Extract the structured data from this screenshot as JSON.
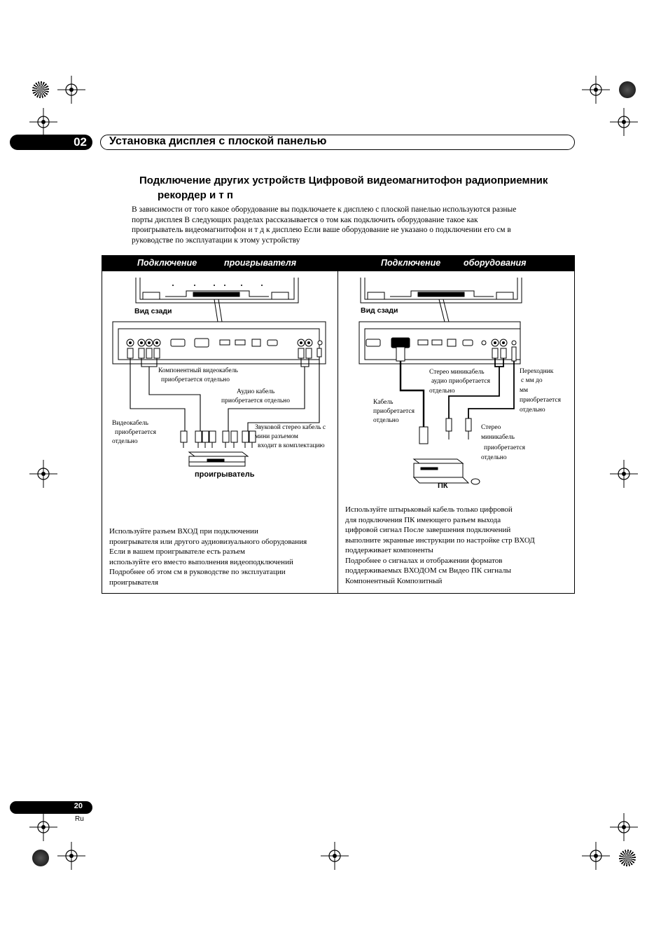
{
  "chapter": {
    "number": "02",
    "title": "Установка дисплея с плоской панелью"
  },
  "section": {
    "title_line1": "Подключение других устройств  Цифровой видеомагнитофон  радиоприемник",
    "title_line2": "рекордер и т п"
  },
  "intro": [
    "В зависимости от того  какое оборудование вы подключаете к дисплею с плоской панелью  используются разные",
    "порты дисплея  В следующих разделах рассказывается о том  как подключить оборудование  такое как",
    "проигрыватель  видеомагнитофон и т д  к дисплею  Если ваше оборудование не указано  о подключении его см  в",
    "руководстве по эксплуатации к этому устройству"
  ],
  "left_panel": {
    "heading_a": "Подключение",
    "heading_b": "проигрывателя",
    "rear_view": "Вид сзади",
    "component_cable_1": "Компонентный видеокабель",
    "component_cable_2": "приобретается отдельно",
    "audio_cable_1": "Аудио кабель",
    "audio_cable_2": "приобретается отдельно",
    "video_cable_1": "Видеокабель",
    "video_cable_2": "приобретается",
    "video_cable_3": "отдельно",
    "stereo_cable_1": "Звуковой стерео кабель с",
    "stereo_cable_2": "мини разъемом",
    "stereo_cable_3": "входит в комплектацию",
    "device_label": "проигрыватель",
    "note": [
      "Используйте разъем ВХОД     при подключении",
      "проигрывателя или другого аудиовизуального оборудования",
      "Если в вашем              проигрывателе есть              разъем",
      "используйте его вместо выполнения видеоподключений",
      "Подробнее об этом см  в руководстве по эксплуатации",
      "проигрывателя"
    ]
  },
  "right_panel": {
    "heading_a": "Подключение",
    "heading_b": "оборудования",
    "rear_view": "Вид сзади",
    "stereo_mini_1": "Стерео миникабель",
    "stereo_mini_2": "аудио  приобретается",
    "stereo_mini_3": "отдельно",
    "adapter_1": "Переходник",
    "adapter_2": "с       мм до",
    "adapter_3": "мм",
    "adapter_4": "приобретается",
    "adapter_5": "отдельно",
    "cable_1": "Кабель",
    "cable_2": "приобретается",
    "cable_3": "отдельно",
    "stereo2_1": "Стерео",
    "stereo2_2": "миникабель",
    "stereo2_3": "приобретается",
    "stereo2_4": "отдельно",
    "device_label": "ПК",
    "note": [
      "Используйте      штырьковый кабель               только цифровой",
      "для подключения ПК  имеющего разъем выхода",
      " цифровой            сигнал   После завершения подключений",
      "выполните экранные инструкции по настройке  стр         ВХОД",
      "  поддерживает компоненты",
      "                          Подробнее о сигналах и отображении форматов",
      "поддерживаемых ВХОДОМ     см          Видео ПК сигналы",
      "                         Компонентный                  Композитный"
    ]
  },
  "footer": {
    "page": "20",
    "lang": "Ru"
  }
}
